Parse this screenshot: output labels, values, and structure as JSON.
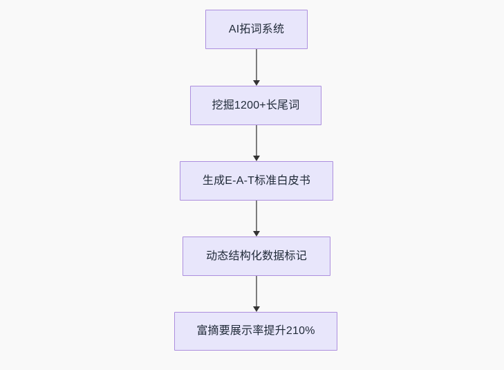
{
  "diagram": {
    "type": "flowchart",
    "direction": "top-to-bottom",
    "background_color": "#f9f9f9",
    "node_fill_color": "#e8e6fb",
    "node_border_color": "#ac8ede",
    "node_text_color": "#1f2937",
    "edge_line_color": "#7d7d7d",
    "edge_arrow_color": "#333333",
    "nodes": [
      {
        "id": "n1",
        "label": "AI拓词系统"
      },
      {
        "id": "n2",
        "label": "挖掘1200+长尾词"
      },
      {
        "id": "n3",
        "label": "生成E-A-T标准白皮书"
      },
      {
        "id": "n4",
        "label": "动态结构化数据标记"
      },
      {
        "id": "n5",
        "label": "富摘要展示率提升210%"
      }
    ],
    "edges": [
      {
        "from": "n1",
        "to": "n2",
        "arrow": "arrow-down-icon"
      },
      {
        "from": "n2",
        "to": "n3",
        "arrow": "arrow-down-icon"
      },
      {
        "from": "n3",
        "to": "n4",
        "arrow": "arrow-down-icon"
      },
      {
        "from": "n4",
        "to": "n5",
        "arrow": "arrow-down-icon"
      }
    ]
  }
}
